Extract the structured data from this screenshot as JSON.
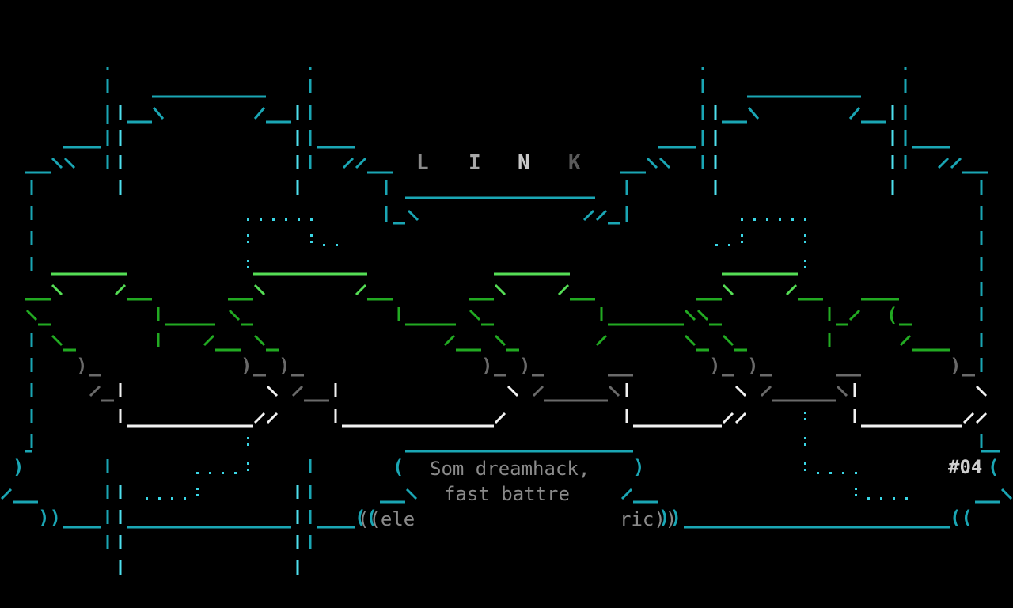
{
  "title_letters": [
    "L",
    "I",
    "N",
    "K"
  ],
  "message": {
    "line1": "Som dreamhack,",
    "line2": "fast battre",
    "left_fragment": "((ele",
    "right_fragment": "ric))"
  },
  "issue_number": "#04",
  "colors": {
    "background": "#000000",
    "frame_cyan": "#1aa6b4",
    "frame_cyan_bright": "#4ee0ee",
    "leaf_green": "#22aa22",
    "leaf_green_bright": "#55dd55",
    "text_gray": "#8a8a8a",
    "base_white": "#f2f2f2",
    "dot_cyan": "#3ad6e6"
  }
}
